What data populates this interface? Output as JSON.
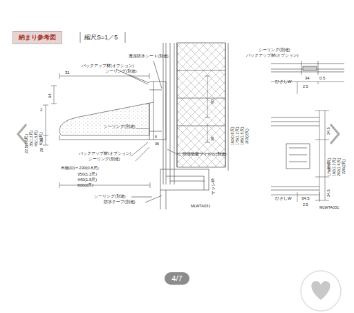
{
  "diagram": {
    "title": "納まり参考図",
    "nodes": [
      {
        "text": [
          "4/7"
        ]
      }
    ],
    "labels": [
      "縮尺S=1／5",
      "透湿防水シート(別途)",
      "バックアップ材(オプション)",
      "シーリング(別途)",
      "31",
      "64",
      "2",
      "22.5(0.8尺)",
      "35(1.2尺)",
      "45(1.5尺)",
      "61(2尺)",
      "28",
      "28",
      "シーリング(別途)",
      "60",
      "5",
      "36",
      "162(0.8尺)",
      "175(1.2尺)",
      "185(1.5尺)",
      "203(2尺)",
      "30",
      "バックアップ材(オプション)",
      "シーリング(別途)",
      "防湿気密フィルム(別途)",
      "出幅(D)＝230(0.8尺)",
      "350(1.2尺)",
      "440(1.5尺)",
      "600(2尺)",
      "シーリング(別途)",
      "防水テープ(別途)",
      "MLWTA031",
      "シーリング(別途)",
      "バックアップ材(オプション)",
      "ひさしW",
      "34",
      "0.5",
      "2.5",
      "34.5",
      "179(0.8尺)",
      "192(1.2尺)",
      "202(1.5尺)",
      "220(2尺)",
      "64.5",
      "34.5",
      "ひさしW",
      "34.5",
      "2.5",
      "MLWTA031",
      "サッシ枠"
    ]
  }
}
